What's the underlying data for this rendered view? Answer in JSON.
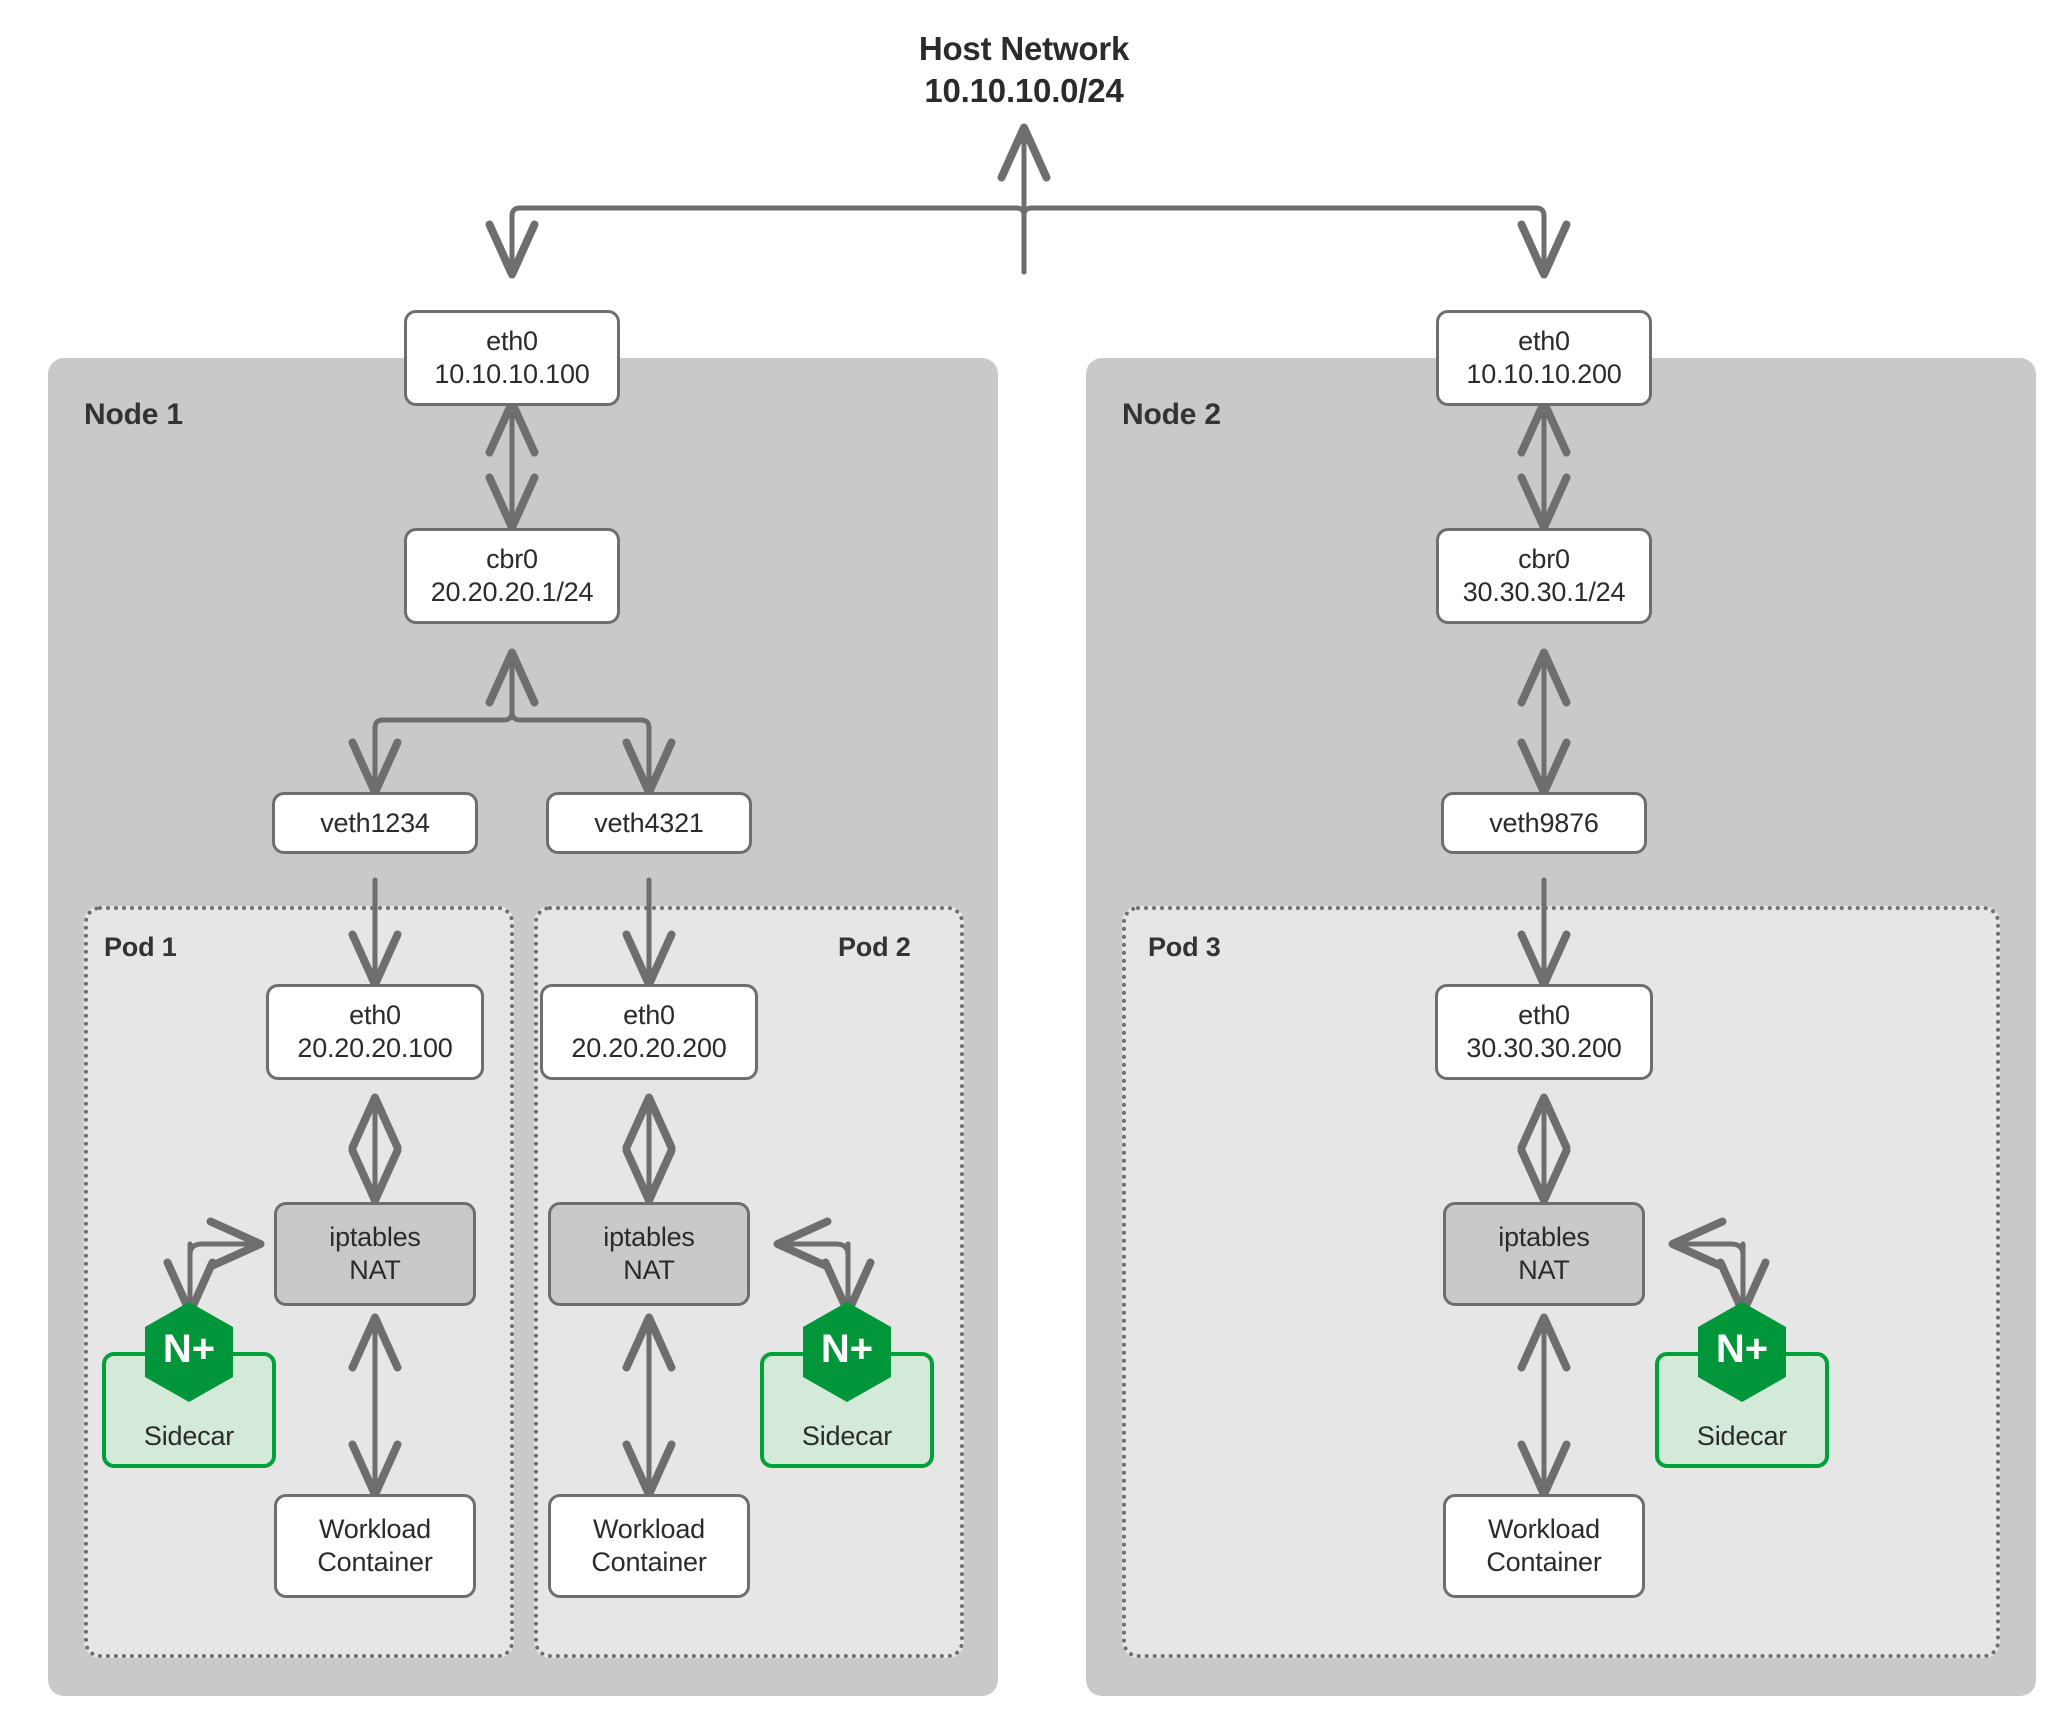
{
  "diagram": {
    "title_line1": "Host Network",
    "title_line2": "10.10.10.0/24",
    "colors": {
      "node_bg": "#c9c9c9",
      "pod_bg": "#e6e6e6",
      "box_border": "#6e6e6e",
      "box_bg": "#ffffff",
      "nat_bg": "#c9c9c9",
      "sidecar_bg": "#d4ead9",
      "sidecar_border": "#00a13a",
      "nginx_green": "#009639",
      "arrow": "#6e6e6e",
      "text": "#2b2b2b"
    }
  },
  "nodes": [
    {
      "id": "node1",
      "label": "Node 1",
      "eth0": {
        "line1": "eth0",
        "line2": "10.10.10.100"
      },
      "cbr0": {
        "line1": "cbr0",
        "line2": "20.20.20.1/24"
      },
      "veths": [
        {
          "label": "veth1234"
        },
        {
          "label": "veth4321"
        }
      ],
      "pods": [
        {
          "label": "Pod 1",
          "label_align": "left",
          "eth0": {
            "line1": "eth0",
            "line2": "20.20.20.100"
          },
          "nat": {
            "line1": "iptables",
            "line2": "NAT"
          },
          "sidecar": {
            "label": "Sidecar",
            "logo": "nginx-plus-hex-icon",
            "logo_text": "N+",
            "side": "left"
          },
          "workload": {
            "line1": "Workload",
            "line2": "Container"
          }
        },
        {
          "label": "Pod 2",
          "label_align": "right",
          "eth0": {
            "line1": "eth0",
            "line2": "20.20.20.200"
          },
          "nat": {
            "line1": "iptables",
            "line2": "NAT"
          },
          "sidecar": {
            "label": "Sidecar",
            "logo": "nginx-plus-hex-icon",
            "logo_text": "N+",
            "side": "right"
          },
          "workload": {
            "line1": "Workload",
            "line2": "Container"
          }
        }
      ]
    },
    {
      "id": "node2",
      "label": "Node 2",
      "eth0": {
        "line1": "eth0",
        "line2": "10.10.10.200"
      },
      "cbr0": {
        "line1": "cbr0",
        "line2": "30.30.30.1/24"
      },
      "veths": [
        {
          "label": "veth9876"
        }
      ],
      "pods": [
        {
          "label": "Pod 3",
          "label_align": "left",
          "eth0": {
            "line1": "eth0",
            "line2": "30.30.30.200"
          },
          "nat": {
            "line1": "iptables",
            "line2": "NAT"
          },
          "sidecar": {
            "label": "Sidecar",
            "logo": "nginx-plus-hex-icon",
            "logo_text": "N+",
            "side": "right"
          },
          "workload": {
            "line1": "Workload",
            "line2": "Container"
          }
        }
      ]
    }
  ]
}
